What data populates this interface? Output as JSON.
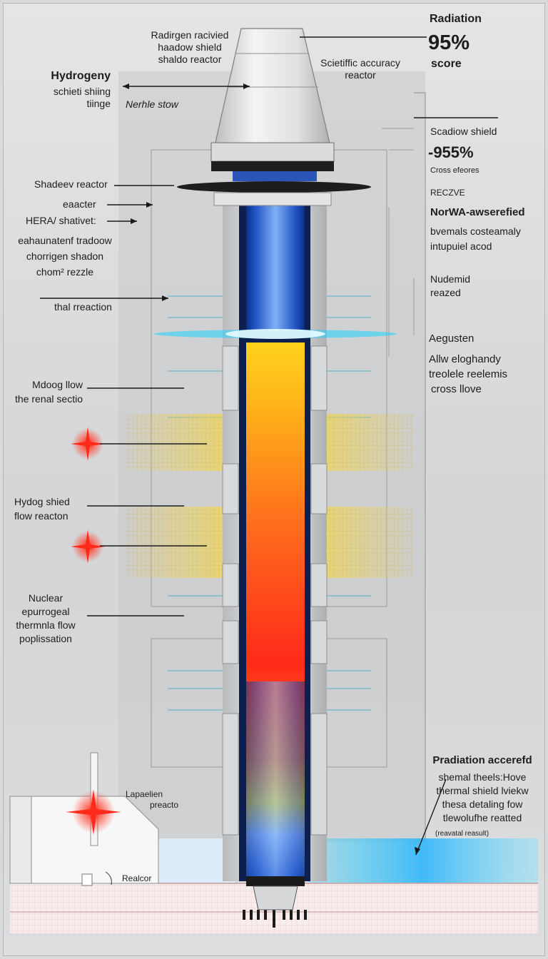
{
  "labels": {
    "top_center": [
      "Radirgen racivied",
      "haadow shield",
      "shaldo reactor"
    ],
    "top_right_accuracy": [
      "Scietiffic accuracy",
      "reactor"
    ],
    "radiation_title": "Radiation",
    "radiation_value": "95%",
    "radiation_caption": "score",
    "hydrogen_title": "Hydrogeny",
    "hydrogen_sub": [
      "schieti shiing",
      "tiinge"
    ],
    "nerhle": "Nerhle stow",
    "shadow_shield_title": "Scadiow shield",
    "shadow_shield_value": "-955%",
    "shadow_shield_caption": "Cross efeores",
    "reczve": "RECZVE",
    "shadeev_reactor": "Shadeev reactor",
    "eaacter": "eaacter",
    "hera": "HERA/ shativet:",
    "eah_block": [
      "eahaunatenf tradoow",
      "chorrigen shadon",
      "chom² rezzle"
    ],
    "norwa_title": "NorWA-awserefied",
    "norwa_sub": [
      "bvemals costeamaly",
      "intupuiel acod"
    ],
    "thal_reaction": "thal rreaction",
    "nudemid": [
      "Nudemid",
      "reazed"
    ],
    "aegusten": "Aegusten",
    "allw_block": [
      "Allw eloghandy",
      "treolele reelemis",
      "cross llove"
    ],
    "mdoog": [
      "Mdoog llow",
      "the renal sectio"
    ],
    "hydog": [
      "Hydog shied",
      "flow reacton"
    ],
    "nuclear": [
      "Nuclear",
      "epurrogeal",
      "thermnla flow",
      "poplissation"
    ],
    "pradiation_title": "Pradiation accerefd",
    "pradiation_sub": [
      "shemal theels:Hove",
      "thermal shield lviekw",
      "thesa detaling fow",
      "tlewolufhe reatted"
    ],
    "pradiation_small": "(reavatal reasult)",
    "lapaelien": [
      "Lapaelien",
      "preacto"
    ],
    "realcor": "Realcor"
  },
  "colors": {
    "inner_blue": "#2a63d6",
    "inner_deep": "#0b2f86",
    "hot_red": "#ff2a1a",
    "hot_orange": "#ff8a1c",
    "hot_yellow": "#ffe22a",
    "cyan_glow": "#1fd3ff",
    "background": "#d9dadb"
  },
  "icons": [
    "radiation-burst-icon",
    "radiation-burst-icon",
    "radiation-burst-icon"
  ]
}
